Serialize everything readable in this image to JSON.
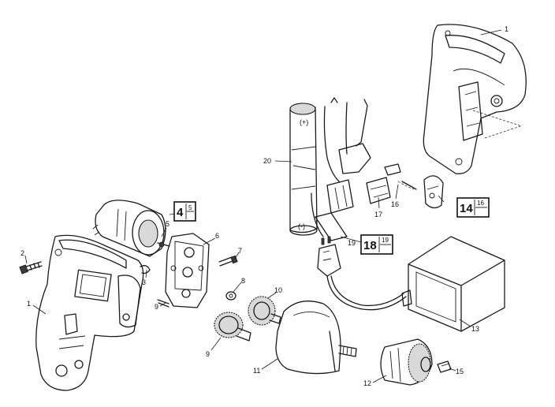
{
  "callouts": {
    "c1a": "1",
    "c1b": "1",
    "c2": "2",
    "c3": "3",
    "c5": "5",
    "c6": "6",
    "c7": "7",
    "c8": "8",
    "c9a": "9",
    "c9b": "9",
    "c10": "10",
    "c11": "11",
    "c12": "12",
    "c13": "13",
    "c15": "15",
    "c16": "16",
    "c17": "17",
    "c19": "19",
    "c20": "20"
  },
  "ref_boxes": {
    "b4": {
      "main": "4",
      "sub": "5"
    },
    "b18": {
      "main": "18",
      "sub": "19"
    },
    "b14": {
      "main": "14",
      "sub": "16"
    }
  }
}
